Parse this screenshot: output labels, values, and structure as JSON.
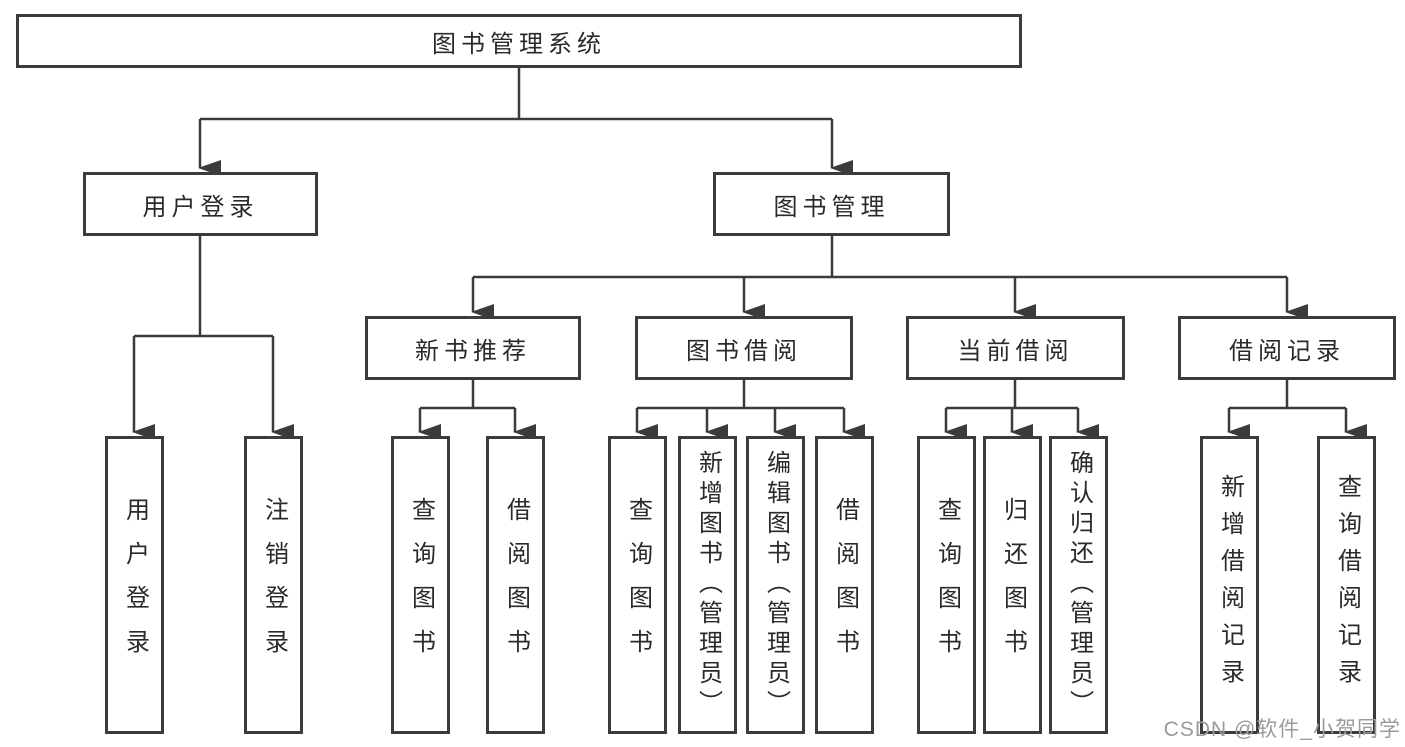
{
  "diagram_type": "hierarchy-tree",
  "colors": {
    "line": "#3b3b3b",
    "box_border": "#3b3b3b",
    "box_fill": "#ffffff",
    "text": "#2a2a2a",
    "watermark": "#9b9b9b",
    "background": "#ffffff"
  },
  "tree": {
    "label": "图书管理系统",
    "children": [
      {
        "label": "用户登录",
        "children": [
          {
            "label": "用户登录"
          },
          {
            "label": "注销登录"
          }
        ]
      },
      {
        "label": "图书管理",
        "children": [
          {
            "label": "新书推荐",
            "children": [
              {
                "label": "查询图书"
              },
              {
                "label": "借阅图书"
              }
            ]
          },
          {
            "label": "图书借阅",
            "children": [
              {
                "label": "查询图书"
              },
              {
                "label": "新增图书（管理员）"
              },
              {
                "label": "编辑图书（管理员）"
              },
              {
                "label": "借阅图书"
              }
            ]
          },
          {
            "label": "当前借阅",
            "children": [
              {
                "label": "查询图书"
              },
              {
                "label": "归还图书"
              },
              {
                "label": "确认归还（管理员）"
              }
            ]
          },
          {
            "label": "借阅记录",
            "children": [
              {
                "label": "新增借阅记录"
              },
              {
                "label": "查询借阅记录"
              }
            ]
          }
        ]
      }
    ]
  },
  "watermark": {
    "text": "CSDN @软件_小贺同学"
  }
}
